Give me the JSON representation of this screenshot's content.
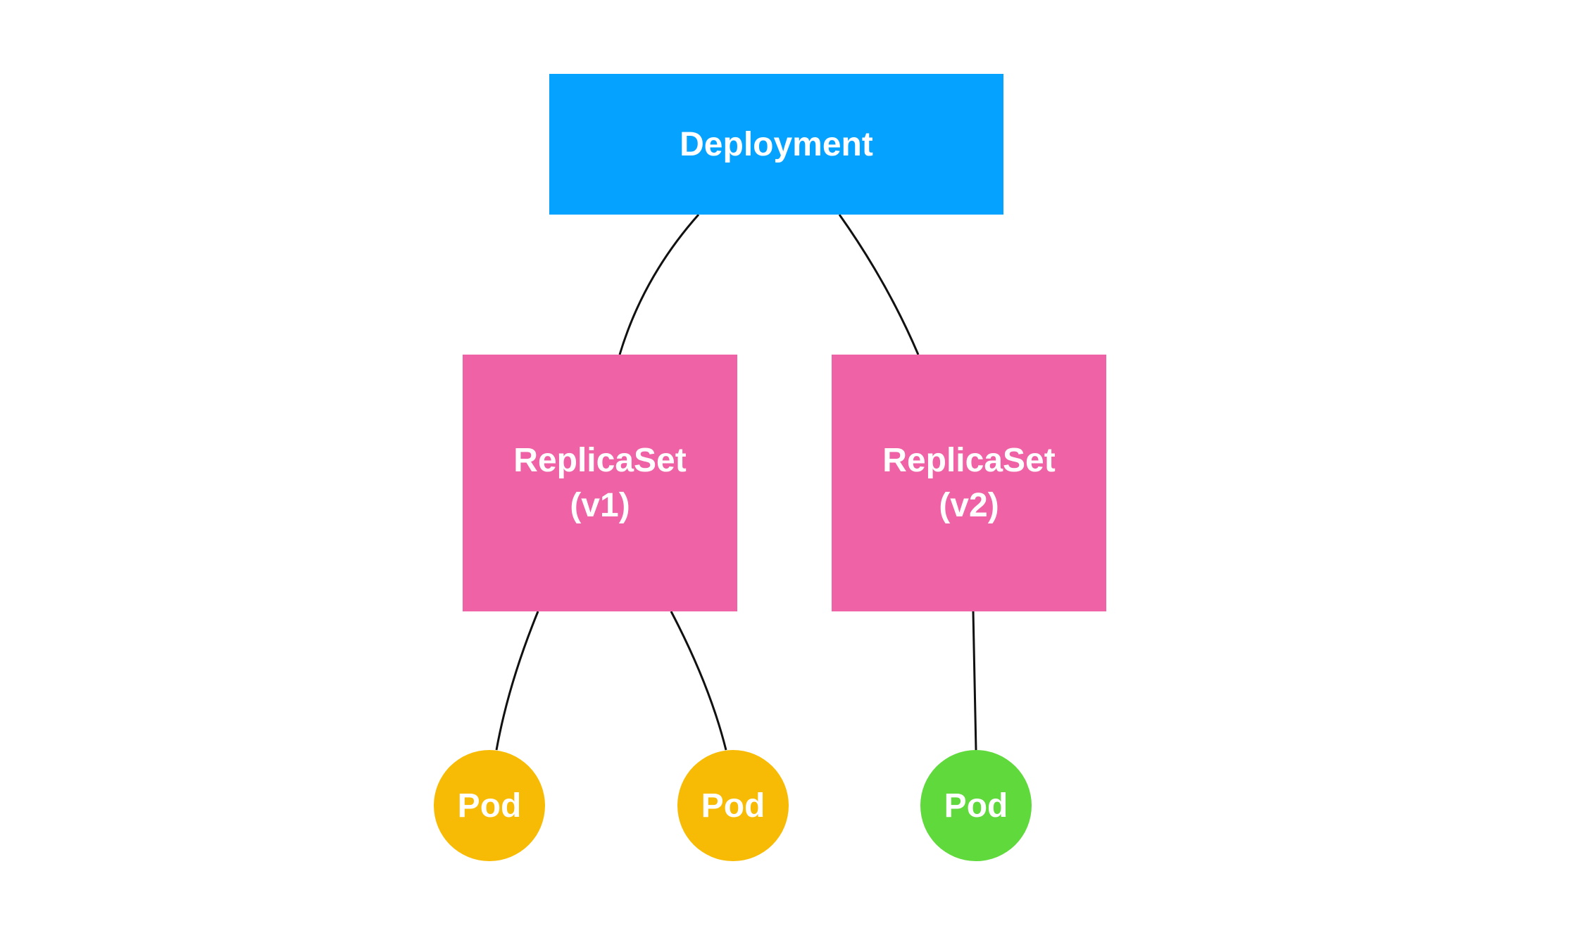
{
  "diagram": {
    "colors": {
      "deployment": "#05A3FF",
      "replicaset": "#EF62A6",
      "pod_v1": "#F7BB05",
      "pod_v2": "#5FD93B",
      "connector": "#111111",
      "text": "#FFFFFF"
    },
    "deployment": {
      "label": "Deployment"
    },
    "replicasets": [
      {
        "name": "ReplicaSet",
        "version": "(v1)"
      },
      {
        "name": "ReplicaSet",
        "version": "(v2)"
      }
    ],
    "pods": [
      {
        "label": "Pod",
        "replicaset": "(v1)"
      },
      {
        "label": "Pod",
        "replicaset": "(v1)"
      },
      {
        "label": "Pod",
        "replicaset": "(v2)"
      }
    ],
    "edges": [
      {
        "from": "Deployment",
        "to": "ReplicaSet (v1)"
      },
      {
        "from": "Deployment",
        "to": "ReplicaSet (v2)"
      },
      {
        "from": "ReplicaSet (v1)",
        "to": "Pod 1"
      },
      {
        "from": "ReplicaSet (v1)",
        "to": "Pod 2"
      },
      {
        "from": "ReplicaSet (v2)",
        "to": "Pod 3"
      }
    ]
  }
}
